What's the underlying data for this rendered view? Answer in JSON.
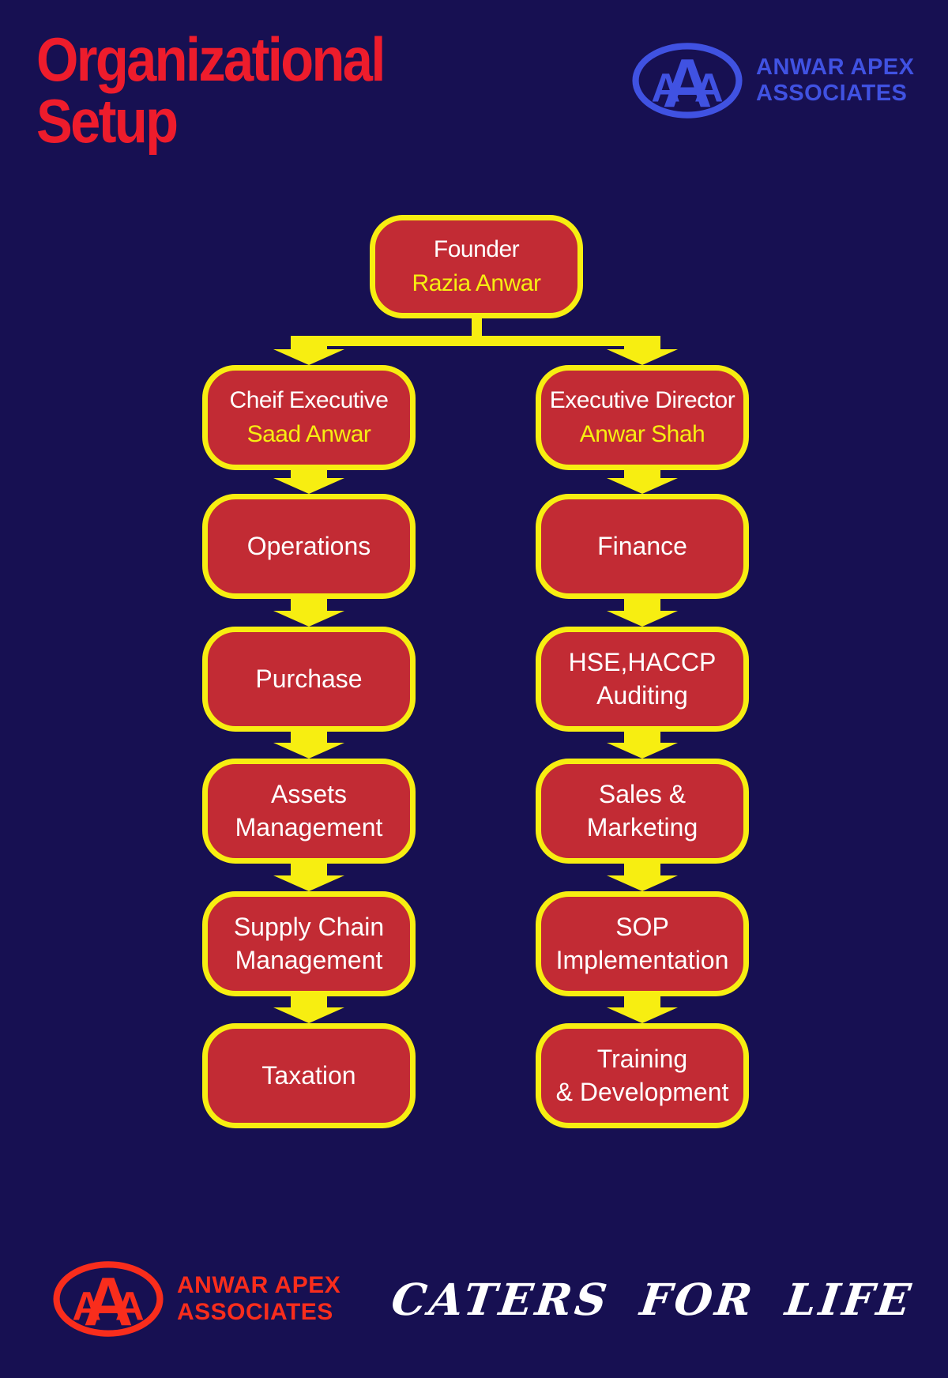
{
  "header": {
    "title_line1": "Organizational",
    "title_line2": "Setup"
  },
  "logo_top": {
    "color": "#4052e2",
    "letters": [
      "A",
      "A",
      "A"
    ],
    "line1": "ANWAR APEX",
    "line2": "ASSOCIATES"
  },
  "logo_bottom": {
    "color": "#f92d1c",
    "letters": [
      "A",
      "A",
      "A"
    ],
    "line1": "ANWAR APEX",
    "line2": "ASSOCIATES"
  },
  "tagline": "CATERS FOR LIFE",
  "colors": {
    "background": "#171052",
    "box_fill": "#c22b34",
    "box_border": "#f7ee11",
    "arrow": "#f7ee11",
    "title": "#ee1c2c",
    "role_text": "#ffffff",
    "person_text": "#f7ee11",
    "tagline_text": "#ffffff"
  },
  "chart": {
    "root": {
      "role": "Founder",
      "person": "Razia Anwar"
    },
    "left": {
      "head": {
        "role": "Cheif Executive",
        "person": "Saad Anwar"
      },
      "items": [
        {
          "label": "Operations"
        },
        {
          "label": "Purchase"
        },
        {
          "label": "Assets\nManagement"
        },
        {
          "label": "Supply Chain\nManagement"
        },
        {
          "label": "Taxation"
        }
      ]
    },
    "right": {
      "head": {
        "role": "Executive Director",
        "person": "Anwar Shah"
      },
      "items": [
        {
          "label": "Finance"
        },
        {
          "label": "HSE,HACCP\nAuditing"
        },
        {
          "label": "Sales &\nMarketing"
        },
        {
          "label": "SOP\nImplementation"
        },
        {
          "label": "Training\n& Development"
        }
      ]
    }
  }
}
